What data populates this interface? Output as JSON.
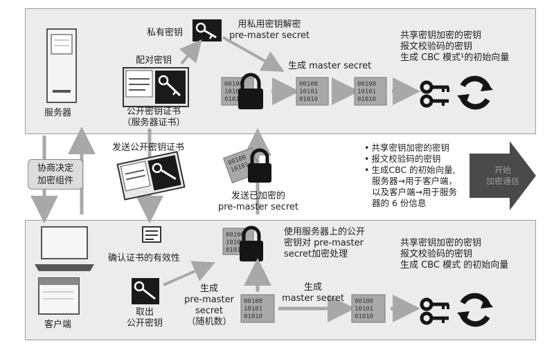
{
  "server": {
    "label": "服务器",
    "private_key_label": "私有密钥",
    "decrypt_label": [
      "用私用密钥解密",
      "pre-master secret"
    ],
    "pair_label": "配对密钥",
    "cert_label": [
      "公开密钥证书",
      "（服务器证书）"
    ],
    "generate_label": "生成 master secret",
    "keys_label": [
      "共享密钥加密的密钥",
      "报文校验码的密钥",
      "生成 CBC 模式¹的初始向量"
    ]
  },
  "middle": {
    "negotiate_label": [
      "协商决定",
      "加密组件"
    ],
    "send_cert_label": "发送公开密钥证书",
    "send_secret_label": [
      "发送已加密的",
      "pre-master secret"
    ],
    "bullets": [
      {
        "text": "共享密钥加密的密钥",
        "bullet": true
      },
      {
        "text": "报文校验码的密钥",
        "bullet": true
      },
      {
        "text": "生成CBC 的初始向量,",
        "bullet": true
      },
      {
        "text": "服务器→用于客户端，",
        "bullet": false
      },
      {
        "text": "以及客户端→用于服务",
        "bullet": false
      },
      {
        "text": "器的 6 份信息",
        "bullet": false
      }
    ],
    "arrow_text": [
      "开始",
      "加密通信"
    ]
  },
  "client": {
    "label": "客户端",
    "verify_label": "确认证书的有效性",
    "take_key_label": [
      "取出",
      "公开密钥"
    ],
    "gen_premaster_label": [
      "生成",
      "pre-master",
      "secret",
      "（随机数）"
    ],
    "encrypt_label": [
      "使用服务器上的公开",
      "密钥对 pre-master",
      "secret加密处理"
    ],
    "gen_master_label": [
      "生成",
      "master secret"
    ],
    "keys_label": [
      "共享密钥加密的密钥",
      "报文校验码的密钥",
      "生成 CBC 模式 的初始向量"
    ]
  },
  "colors": {
    "panel_bg": "#ececec",
    "arrow": "#a8a8a8",
    "icon_dark": "#151515",
    "cube": "#a9a9a9",
    "big_arrow": "#4a4a4a"
  },
  "icons": [
    "server-icon",
    "key-icon",
    "certificate-icon",
    "lock-icon",
    "data-cube-icon",
    "refresh-icon",
    "laptop-icon",
    "browser-window-icon",
    "document-icon"
  ]
}
